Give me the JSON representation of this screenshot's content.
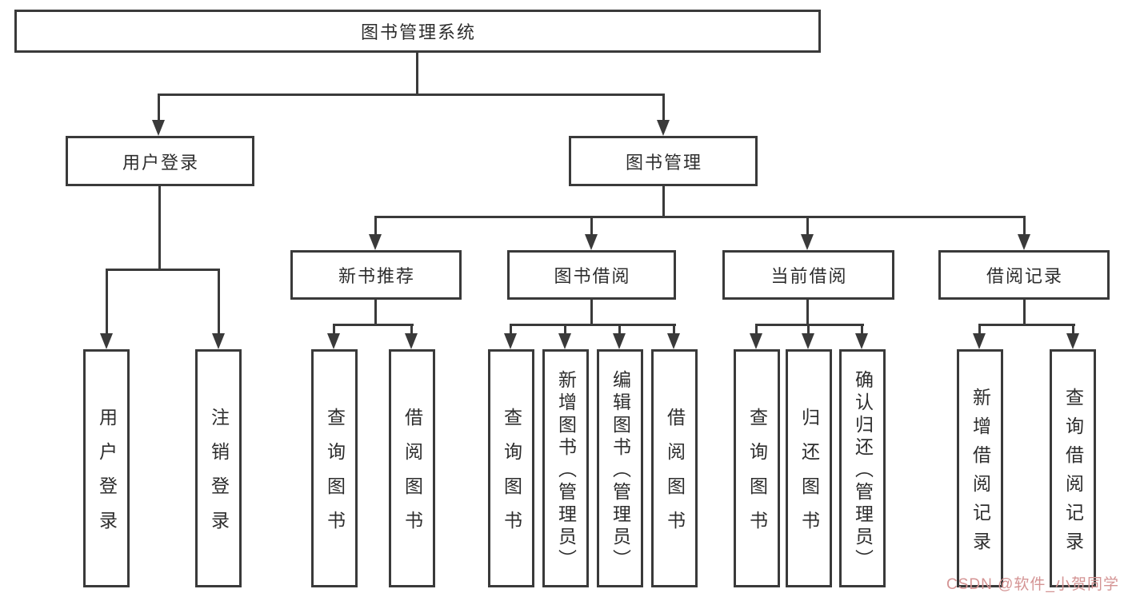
{
  "diagram": {
    "root": {
      "label": "图书管理系统"
    },
    "branches": [
      {
        "label": "用户登录",
        "children": [
          {
            "label": "用户登录"
          },
          {
            "label": "注销登录"
          }
        ]
      },
      {
        "label": "图书管理",
        "children": [
          {
            "label": "新书推荐",
            "children": [
              {
                "label": "查询图书"
              },
              {
                "label": "借阅图书"
              }
            ]
          },
          {
            "label": "图书借阅",
            "children": [
              {
                "label": "查询图书"
              },
              {
                "label": "新增图书（管理员）"
              },
              {
                "label": "编辑图书（管理员）"
              },
              {
                "label": "借阅图书"
              }
            ]
          },
          {
            "label": "当前借阅",
            "children": [
              {
                "label": "查询图书"
              },
              {
                "label": "归还图书"
              },
              {
                "label": "确认归还（管理员）"
              }
            ]
          },
          {
            "label": "借阅记录",
            "children": [
              {
                "label": "新增借阅记录"
              },
              {
                "label": "查询借阅记录"
              }
            ]
          }
        ]
      }
    ]
  },
  "watermark": {
    "text": "CSDN @软件_小贺同学"
  },
  "colors": {
    "line": "#3a3a3a",
    "text": "#2d2d2d",
    "watermark": "#d49494",
    "background": "#ffffff"
  }
}
